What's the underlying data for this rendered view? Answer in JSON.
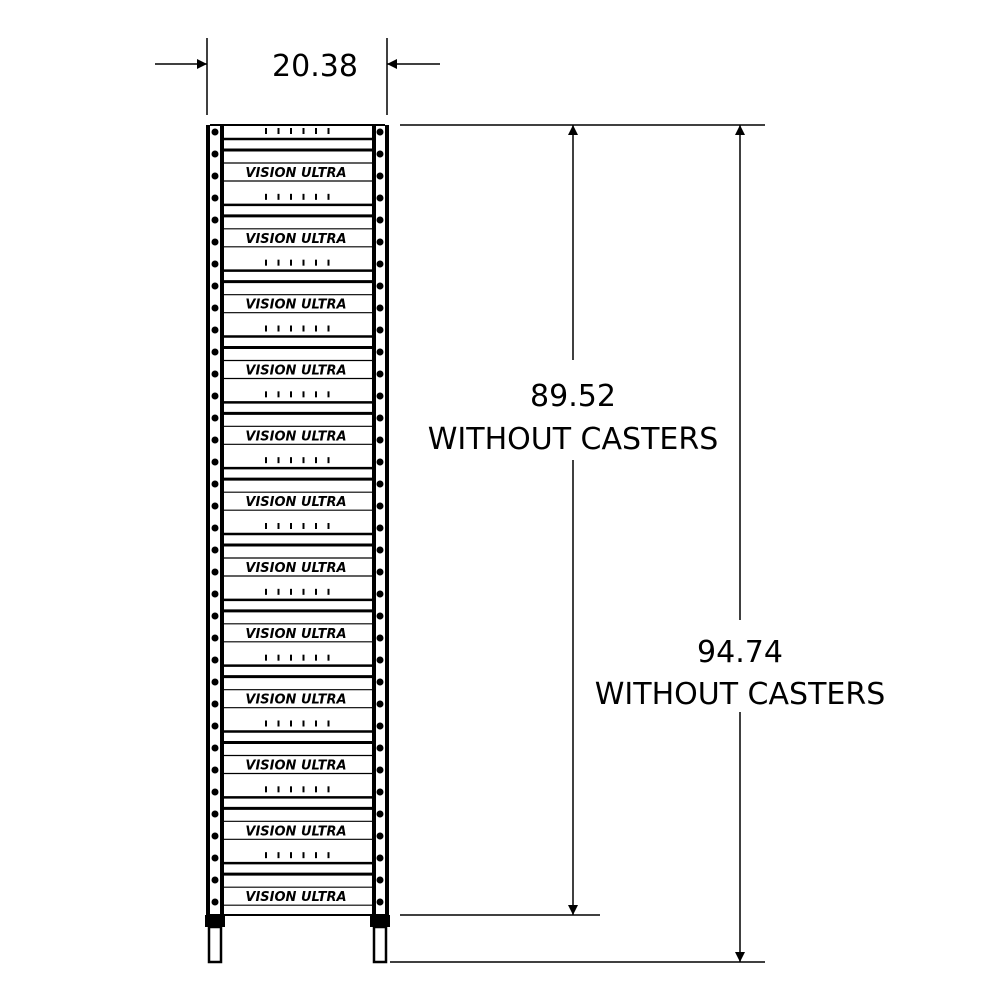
{
  "dimensions": {
    "width": {
      "value": "20.38"
    },
    "height_frame": {
      "value": "89.52",
      "note": "WITHOUT CASTERS"
    },
    "height_total": {
      "value": "94.74",
      "note": "WITHOUT CASTERS"
    }
  },
  "rack": {
    "tray_count": 12,
    "tray_label": "VISION ULTRA"
  },
  "colors": {
    "line": "#000000",
    "background": "#ffffff"
  }
}
